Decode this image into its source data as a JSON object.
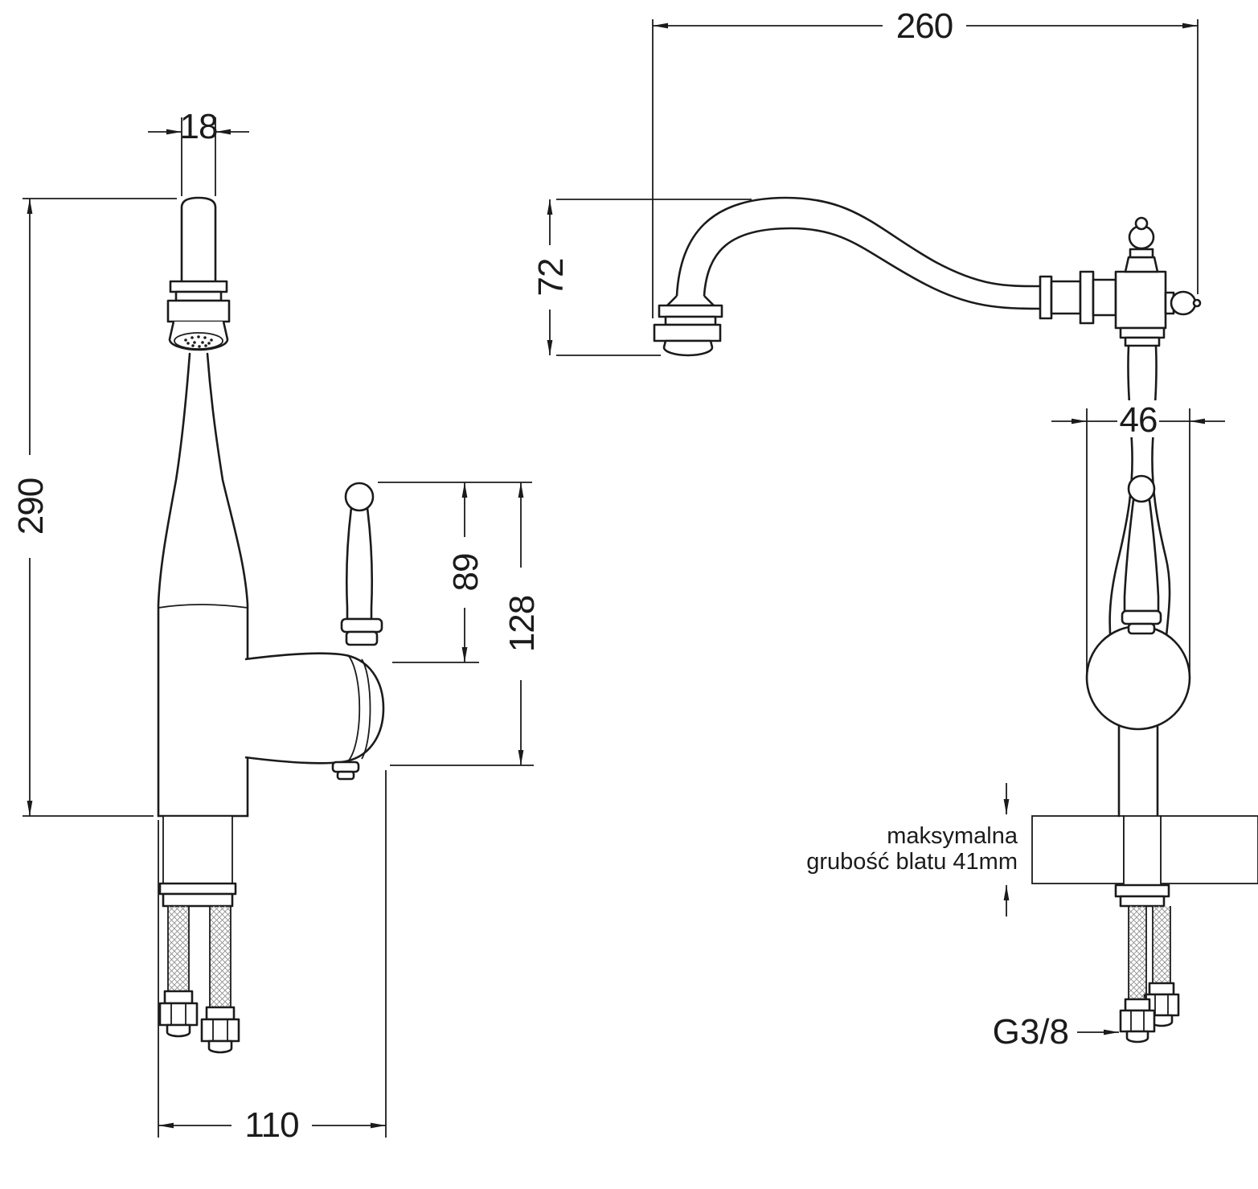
{
  "drawing": {
    "background_color": "#ffffff",
    "line_color": "#1b1b1b",
    "side_view": {
      "spout_diameter": "18",
      "total_height": "290",
      "handle_height_upper": "89",
      "handle_height_full": "128",
      "base_depth": "110"
    },
    "front_view": {
      "spout_reach": "260",
      "spout_drop": "72",
      "body_width": "46",
      "counter_note_line1": "maksymalna",
      "counter_note_line2": "grubość blatu 41mm",
      "thread_label": "G3/8"
    }
  }
}
